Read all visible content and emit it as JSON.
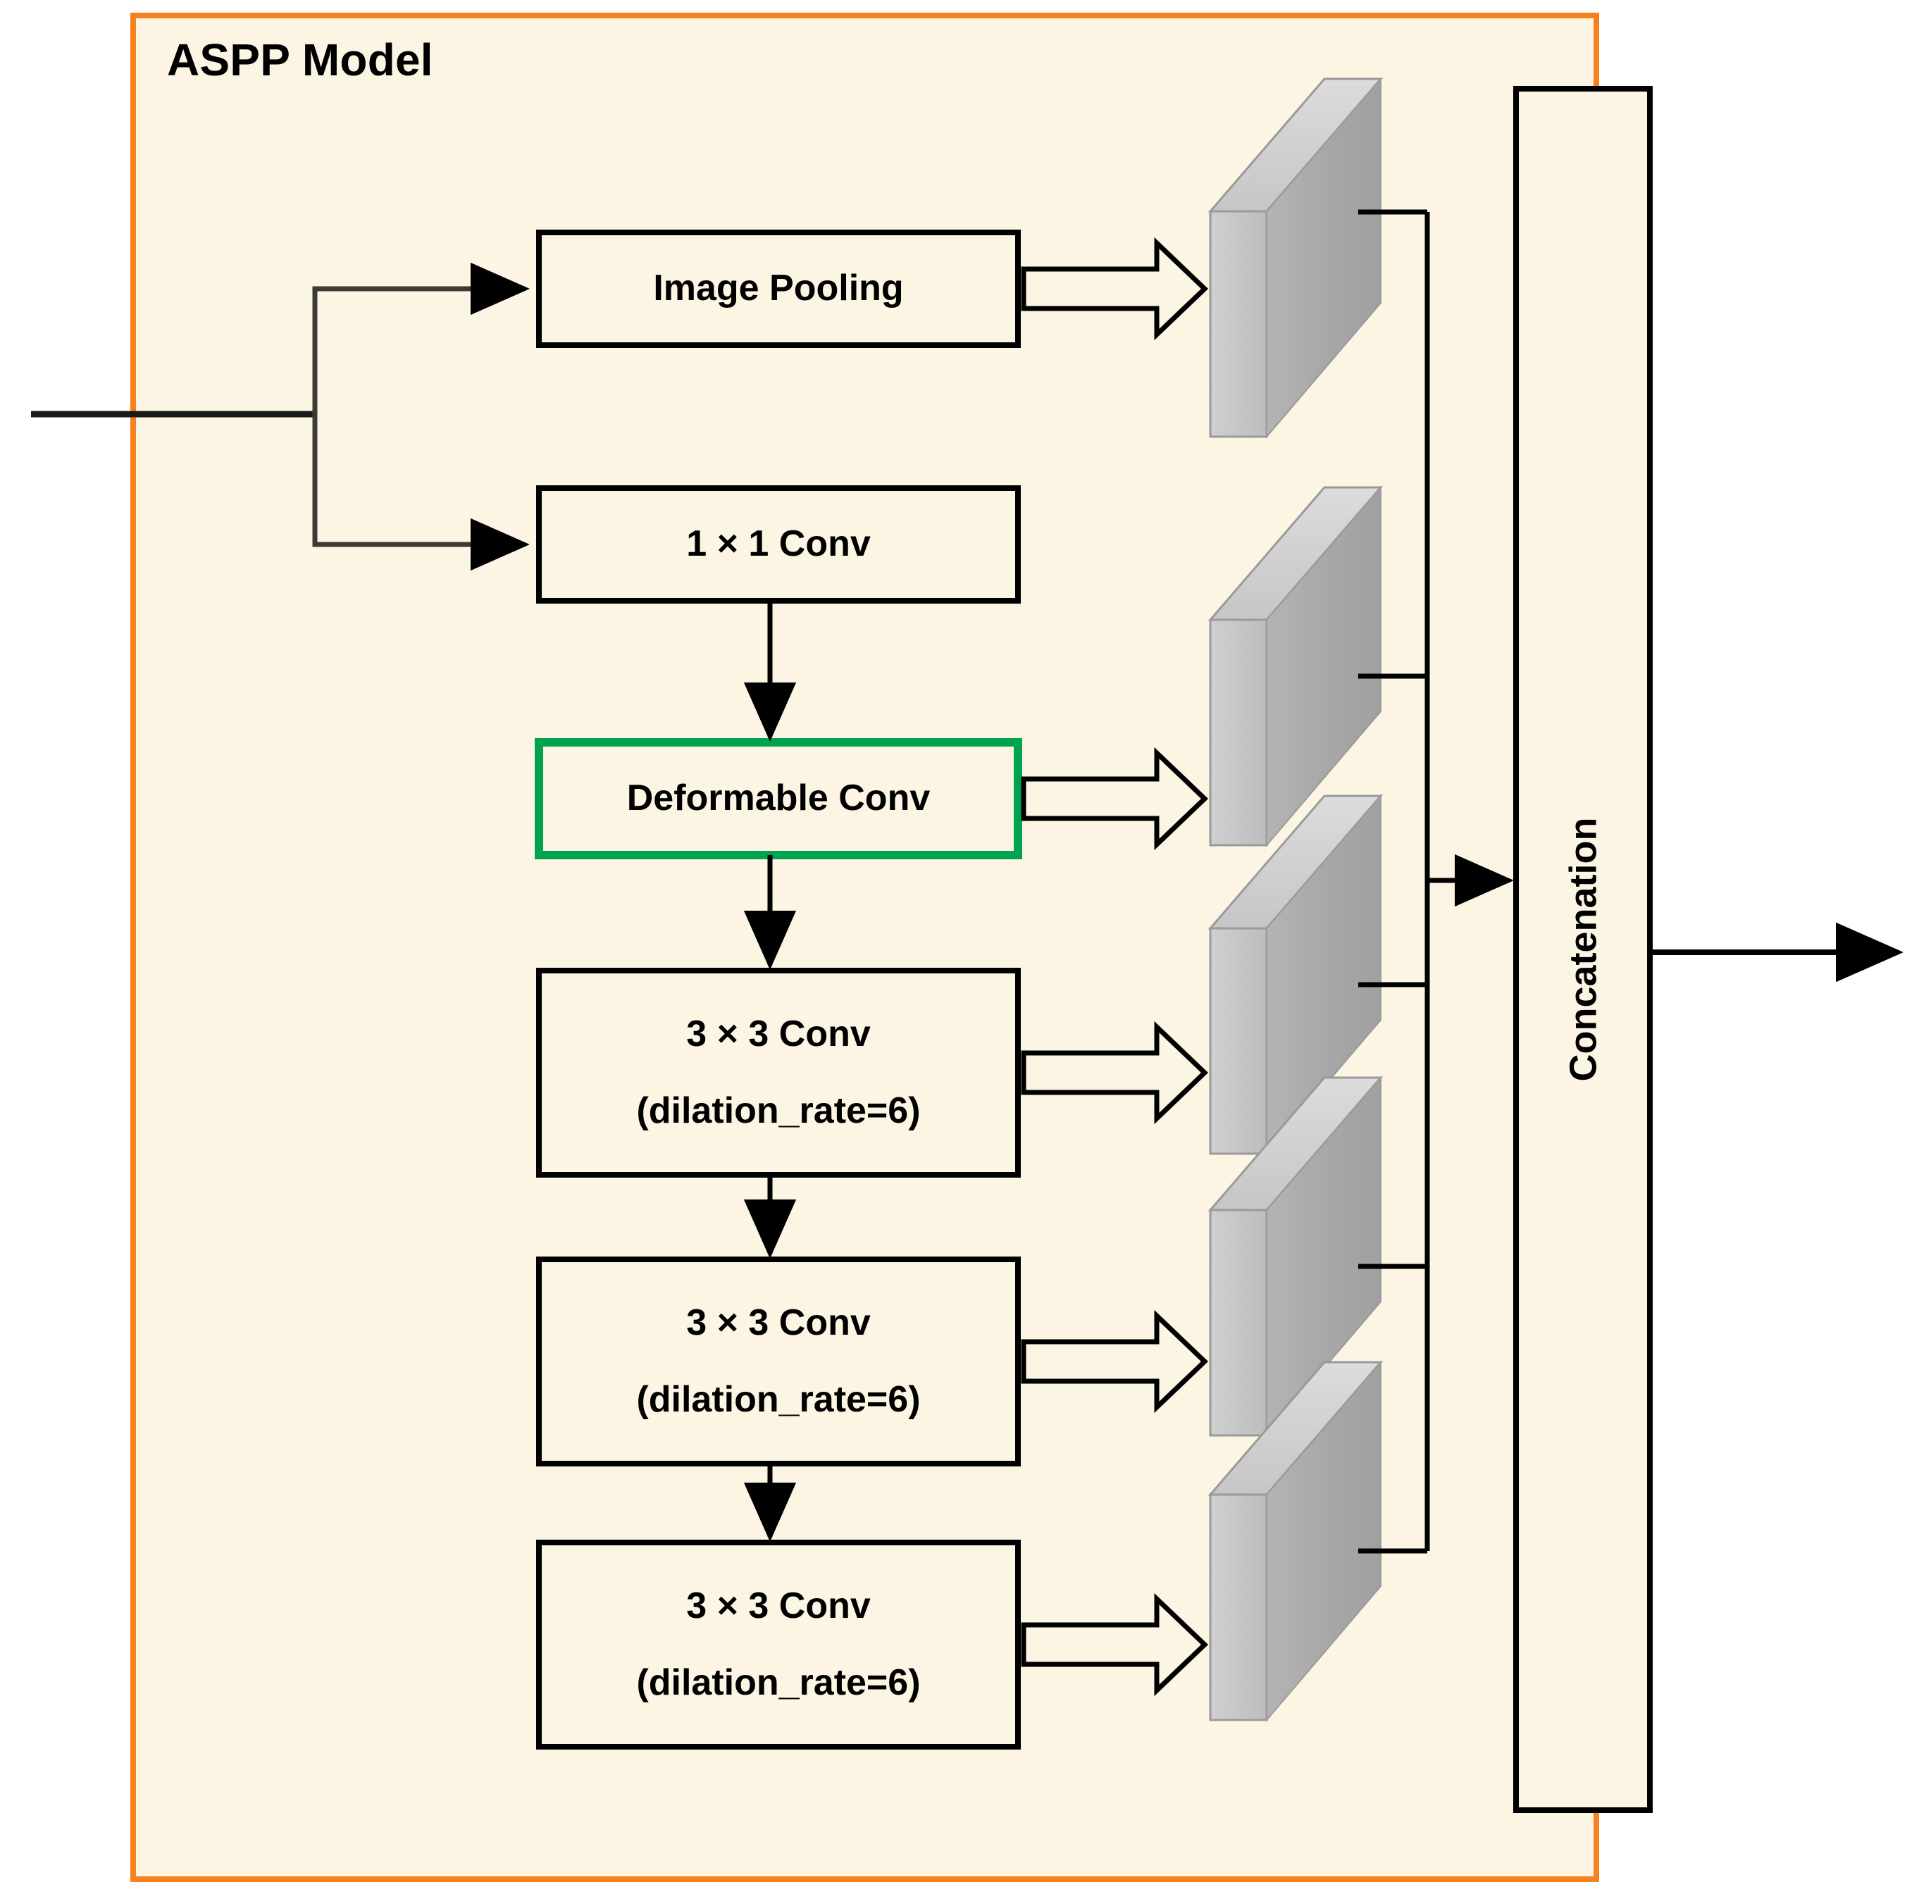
{
  "diagram": {
    "title": "ASPP Model",
    "panel": {
      "border_color": "#F5811F",
      "background_color": "#FDF5E4"
    },
    "colors": {
      "stroke": "#000000",
      "highlight_green": "#00A44F",
      "slab_face": "#A8A8A8",
      "slab_top": "#D3D3D3",
      "slab_side": "#C8C8C8",
      "slab_edge": "#9A9A9A",
      "page_background": "#FFFFFF"
    },
    "blocks": [
      {
        "name": "image-pooling",
        "lines": [
          "Image Pooling"
        ],
        "highlighted": false
      },
      {
        "name": "conv-1x1",
        "lines": [
          "1 × 1   Conv"
        ],
        "highlighted": false
      },
      {
        "name": "deformable-conv",
        "lines": [
          "Deformable Conv"
        ],
        "highlighted": true
      },
      {
        "name": "conv-3x3-a",
        "lines": [
          "3 × 3   Conv",
          "(dilation_rate=6)"
        ],
        "highlighted": false
      },
      {
        "name": "conv-3x3-b",
        "lines": [
          "3 × 3   Conv",
          "(dilation_rate=6)"
        ],
        "highlighted": false
      },
      {
        "name": "conv-3x3-c",
        "lines": [
          "3 × 3   Conv",
          "(dilation_rate=6)"
        ],
        "highlighted": false
      }
    ],
    "concatenation": {
      "label": "Concatenation"
    },
    "feature_map_count": 5,
    "input_port": {
      "label": ""
    },
    "output_port": {
      "label": ""
    }
  }
}
